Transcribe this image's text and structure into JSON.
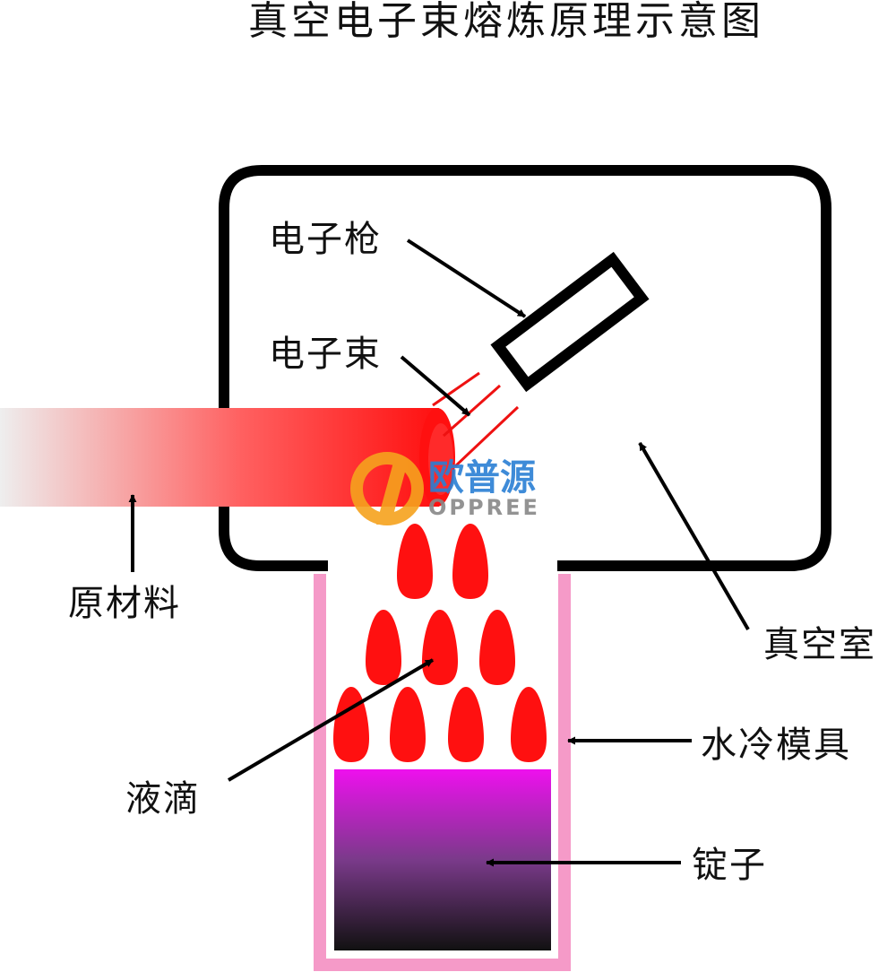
{
  "title": "真空电子束熔炼原理示意图",
  "labels": {
    "gun": "电子枪",
    "beam": "电子束",
    "raw_material": "原材料",
    "vacuum_chamber": "真空室",
    "mold": "水冷模具",
    "droplets": "液滴",
    "ingot": "锭子"
  },
  "watermark": {
    "name_cn": "欧普源",
    "name_en": "OPPREE"
  },
  "colors": {
    "molten": "#ff1010",
    "mold": "#f59ac8",
    "ingot_top": "#ee10ee",
    "ingot_bottom": "#111111",
    "outline": "#000000",
    "logo_blue": "#2a7fd4",
    "logo_orange": "#f6a21e"
  }
}
